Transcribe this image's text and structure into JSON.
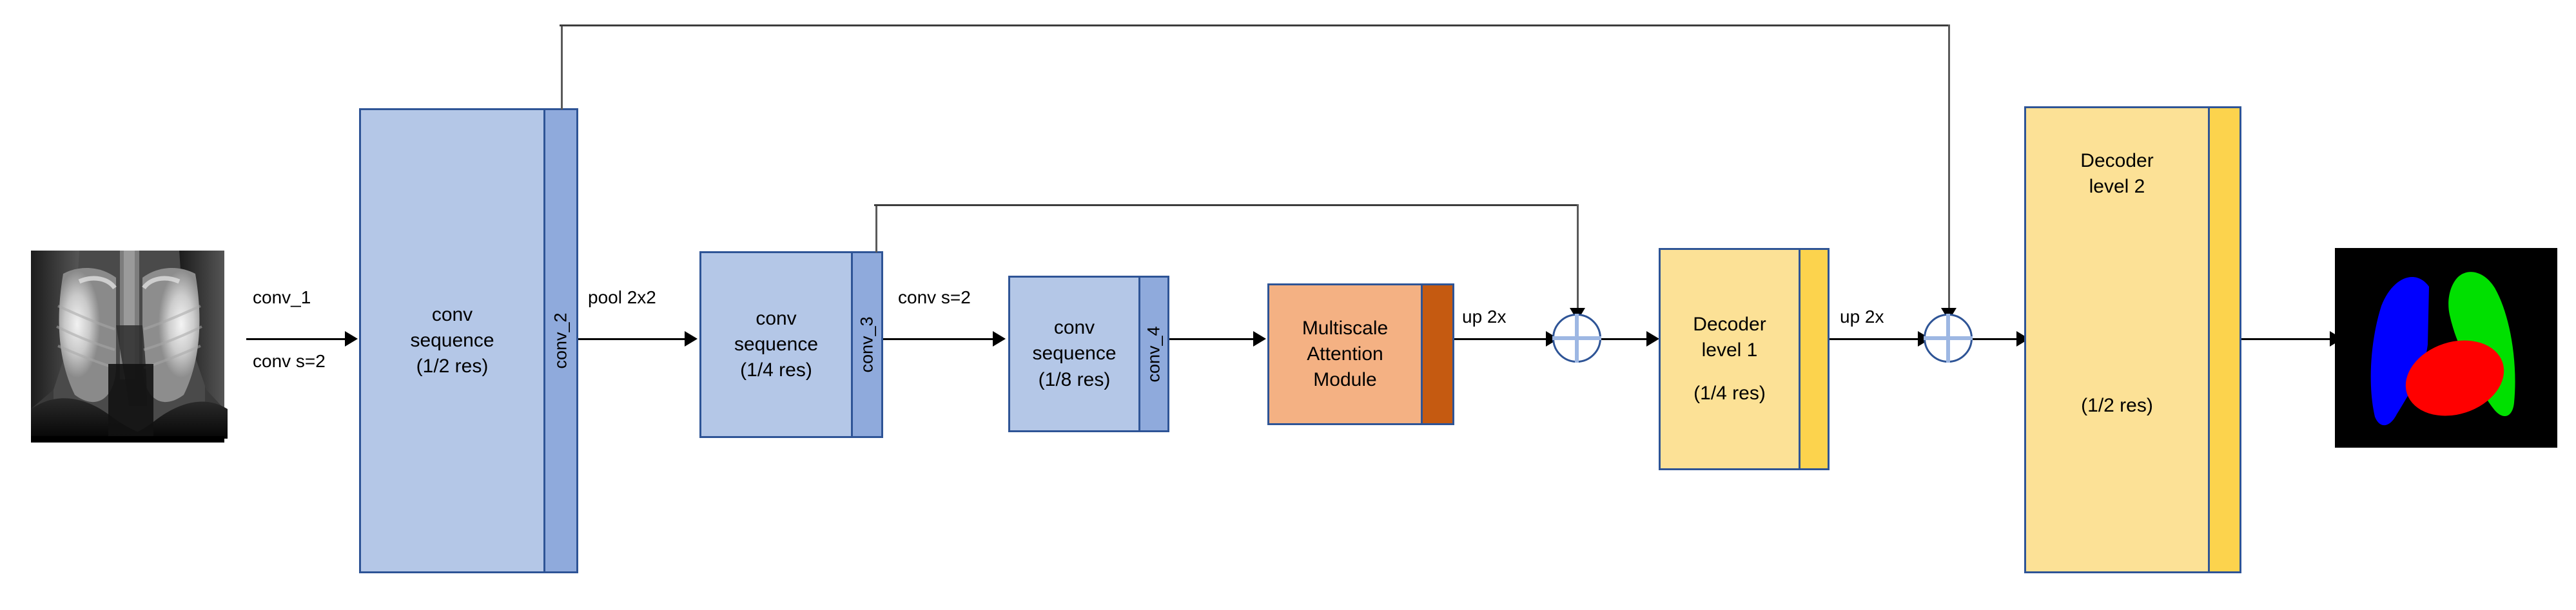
{
  "diagram": {
    "title": "Encoder-decoder segmentation network with multiscale attention",
    "type": "neural-network-architecture",
    "colors": {
      "encoder_body": "#B4C7E7",
      "encoder_strip": "#8FAADC",
      "attention_body": "#F4B183",
      "attention_strip": "#C55A11",
      "decoder_body": "#FCE196",
      "decoder_strip": "#FCD34D",
      "block_border": "#2E5496",
      "arrow": "#000000",
      "skip_line": "#5A5A5A",
      "sum_cross": "#9DB7E3",
      "seg_left_lung": "#0000FF",
      "seg_right_lung": "#00E000",
      "seg_heart": "#FF0000",
      "seg_background": "#000000"
    },
    "input": {
      "name": "chest-xray-input",
      "alt": "Chest X-ray radiograph"
    },
    "output": {
      "name": "segmentation-mask-output",
      "alt": "Segmentation mask: blue left lung, green right lung, red heart on black background",
      "classes": [
        "left lung",
        "right lung",
        "heart"
      ]
    },
    "blocks": [
      {
        "id": "conv-sequence-1",
        "lines": [
          "conv",
          "sequence",
          "(1/2 res)"
        ],
        "strip_label": "conv_2",
        "kind": "encoder"
      },
      {
        "id": "conv-sequence-2",
        "lines": [
          "conv",
          "sequence",
          "(1/4 res)"
        ],
        "strip_label": "conv_3",
        "kind": "encoder"
      },
      {
        "id": "conv-sequence-3",
        "lines": [
          "conv",
          "sequence",
          "(1/8 res)"
        ],
        "strip_label": "conv_4",
        "kind": "encoder"
      },
      {
        "id": "multiscale-attention-module",
        "lines": [
          "Multiscale",
          "Attention",
          "Module"
        ],
        "strip_label": "",
        "kind": "attention"
      },
      {
        "id": "decoder-level-1",
        "lines": [
          "Decoder",
          "level 1",
          "",
          "(1/4 res)"
        ],
        "strip_label": "",
        "kind": "decoder"
      },
      {
        "id": "decoder-level-2",
        "lines": [
          "Decoder",
          "level 2",
          "",
          "(1/2 res)"
        ],
        "strip_label": "",
        "kind": "decoder"
      }
    ],
    "edge_labels": {
      "conv_1": "conv_1",
      "conv_s2_a": "conv s=2",
      "pool_2x2": "pool 2x2",
      "conv_s2_b": "conv s=2",
      "up_2x_a": "up 2x",
      "up_2x_b": "up 2x"
    },
    "sum_nodes": [
      {
        "id": "sum-node-1",
        "symbol": "+"
      },
      {
        "id": "sum-node-2",
        "symbol": "+"
      }
    ],
    "skip_connections": [
      {
        "from": "conv_2",
        "to": "sum-node-2"
      },
      {
        "from": "conv_3",
        "to": "sum-node-1"
      }
    ]
  }
}
